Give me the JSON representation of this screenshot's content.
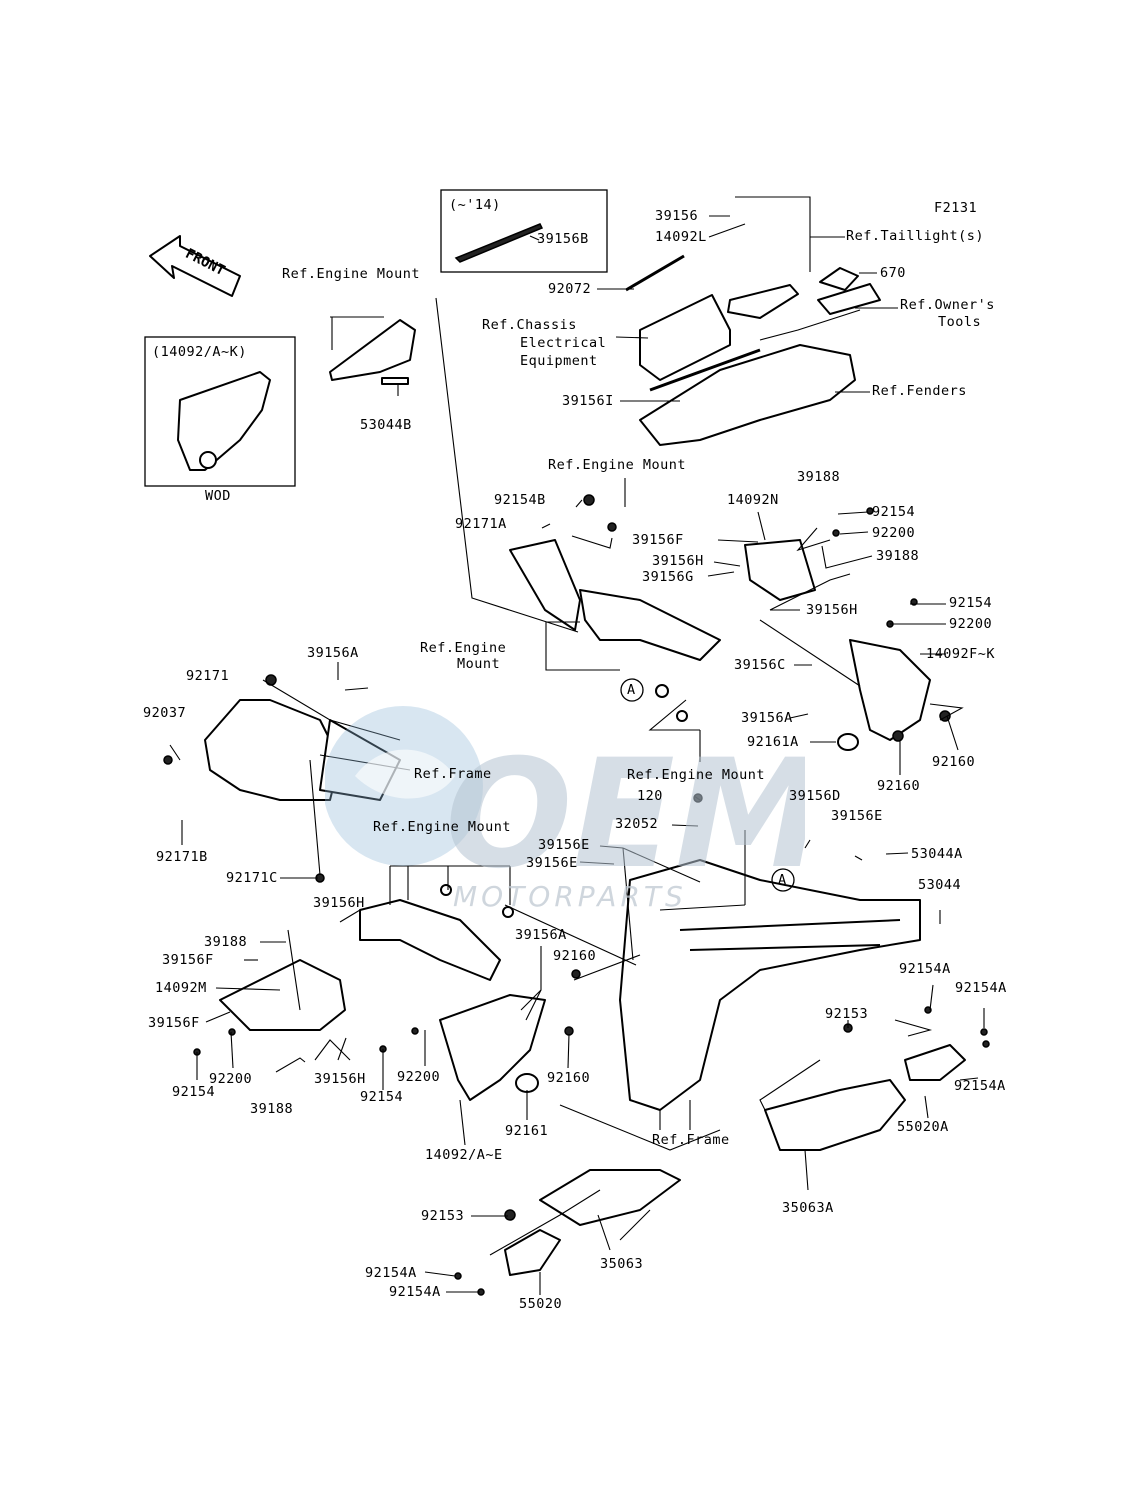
{
  "figure_code": "F2131",
  "front_arrow_text": "FRONT",
  "watermark": {
    "brand": "OEM",
    "sub": "MOTORPARTS"
  },
  "inset_boxes": {
    "year_inset_title": "(~'14)",
    "wod_inset_title": "(14092/A~K)",
    "wod_label": "WOD"
  },
  "references": {
    "engine_mount_1": "Ref.Engine Mount",
    "engine_mount_2": "Ref.Engine Mount",
    "engine_mount_3a": "Ref.Engine",
    "engine_mount_3b": "Mount",
    "engine_mount_4": "Ref.Engine Mount",
    "engine_mount_5": "Ref.Engine Mount",
    "chassis_1": "Ref.Chassis",
    "chassis_2": "Electrical",
    "chassis_3": "Equipment",
    "taillight": "Ref.Taillight(s)",
    "owners_1": "Ref.Owner's",
    "owners_2": "Tools",
    "fenders": "Ref.Fenders",
    "frame_1": "Ref.Frame",
    "frame_2": "Ref.Frame"
  },
  "circle_markers": [
    "A",
    "A"
  ],
  "part_numbers": {
    "p39156B": "39156B",
    "p39156": "39156",
    "p14092L": "14092L",
    "p92072": "92072",
    "p670": "670",
    "p53044B": "53044B",
    "p39156I": "39156I",
    "p92154B": "92154B",
    "p92171A": "92171A",
    "p39188a": "39188",
    "p14092N": "14092N",
    "p92154a": "92154",
    "p92200a": "92200",
    "p39156F": "39156F",
    "p39156H": "39156H",
    "p39156G": "39156G",
    "p39188b": "39188",
    "p39156Hb": "39156H",
    "p92154b": "92154",
    "p92200b": "92200",
    "p14092FK": "14092F~K",
    "p39156C": "39156C",
    "p39156Aa": "39156A",
    "p92161A": "92161A",
    "p92160a": "92160",
    "p92160b": "92160",
    "p39156Ab": "39156A",
    "p92171": "92171",
    "p92037": "92037",
    "p92171B": "92171B",
    "p92171C": "92171C",
    "p120": "120",
    "p32052": "32052",
    "p39156D": "39156D",
    "p39156E1": "39156E",
    "p39156E2": "39156E",
    "p39156E3": "39156E",
    "p53044A": "53044A",
    "p53044": "53044",
    "p39156Hc": "39156H",
    "p39188c": "39188",
    "p39156Fb": "39156F",
    "p14092M": "14092M",
    "p39156Fc": "39156F",
    "p92154c": "92154",
    "p92200c": "92200",
    "p39188d": "39188",
    "p39156Hd": "39156H",
    "p39156Ac": "39156A",
    "p92160c": "92160",
    "p92200d": "92200",
    "p92154d": "92154",
    "p92160d": "92160",
    "p92161": "92161",
    "p14092AE": "14092/A~E",
    "p92154A1": "92154A",
    "p92154A2": "92154A",
    "p92153a": "92153",
    "p92154A3": "92154A",
    "p55020A": "55020A",
    "p35063A": "35063A",
    "p92153b": "92153",
    "p35063": "35063",
    "p92154A4": "92154A",
    "p92154A5": "92154A",
    "p55020": "55020"
  }
}
